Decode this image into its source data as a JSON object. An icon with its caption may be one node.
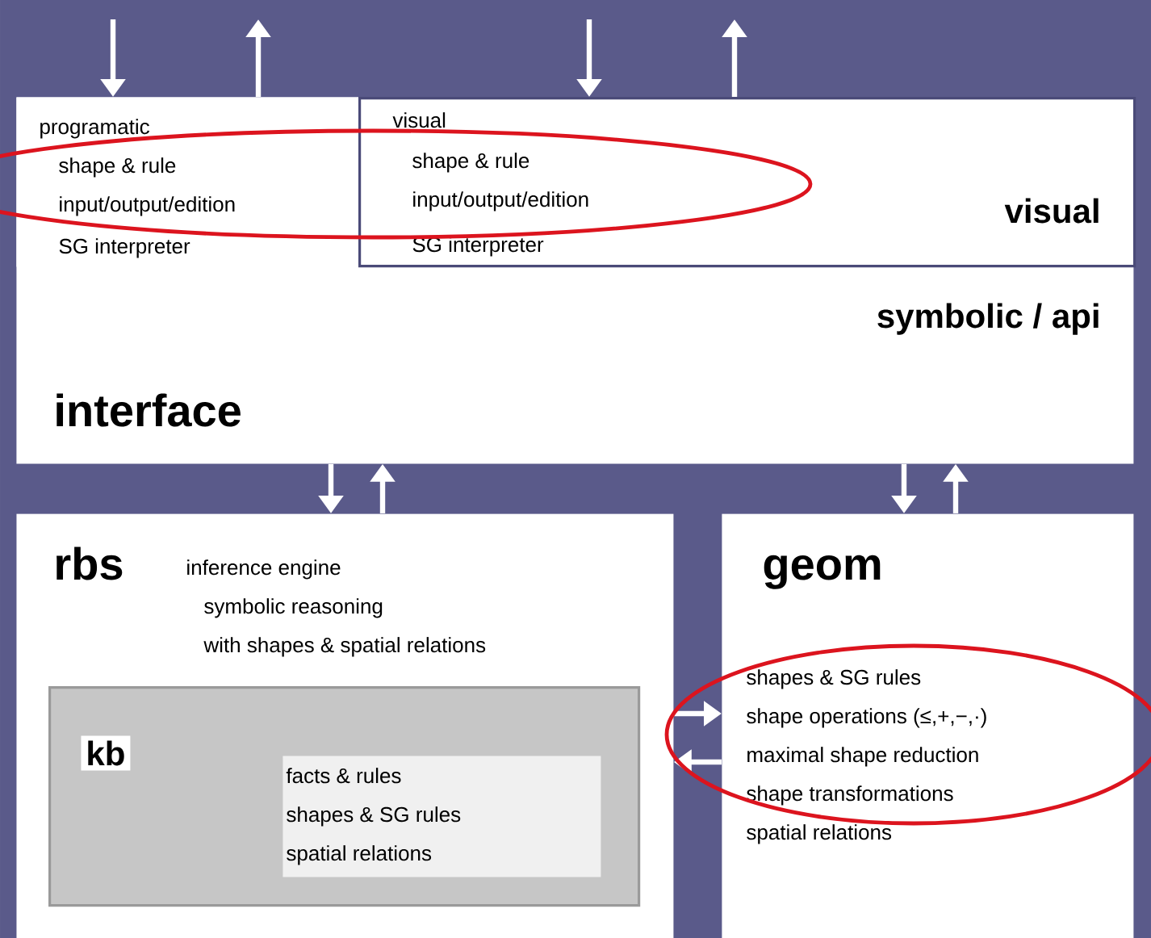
{
  "diagram": {
    "nodes": [
      {
        "text": [
          "symbolic / api",
          "interface"
        ]
      },
      {
        "text": [
          "programatic",
          "shape & rule",
          "input/output/edition",
          "SG interpreter"
        ],
        "in": 0
      },
      {
        "text": [
          "visual",
          "shape & rule",
          "input/output/edition",
          "SG interpreter",
          "visual"
        ],
        "in": 0
      },
      {
        "text": [
          "rbs",
          "inference engine",
          "symbolic reasoning",
          "with shapes & spatial relations"
        ]
      },
      {
        "text": [
          "kb"
        ],
        "in": 3
      },
      {
        "text": [
          "facts & rules",
          "shapes & SG rules",
          "spatial relations"
        ],
        "in": 4
      },
      {
        "text": [
          "geom",
          "shapes & SG rules",
          "shape operations (≤,+,−,·)",
          "maximal shape reduction",
          "shape transformations",
          "spatial relations"
        ]
      }
    ],
    "edges": [
      {
        "from": null,
        "to": 1,
        "arrow": "to"
      },
      {
        "from": 1,
        "to": null,
        "arrow": "to"
      },
      {
        "from": null,
        "to": 2,
        "arrow": "to"
      },
      {
        "from": 2,
        "to": null,
        "arrow": "to"
      },
      {
        "from": 0,
        "to": 3,
        "arrow": "to"
      },
      {
        "from": 3,
        "to": 0,
        "arrow": "to"
      },
      {
        "from": 0,
        "to": 6,
        "arrow": "to"
      },
      {
        "from": 6,
        "to": 0,
        "arrow": "to"
      },
      {
        "from": 3,
        "to": 6,
        "arrow": "to"
      },
      {
        "from": 6,
        "to": 3,
        "arrow": "to"
      }
    ]
  }
}
